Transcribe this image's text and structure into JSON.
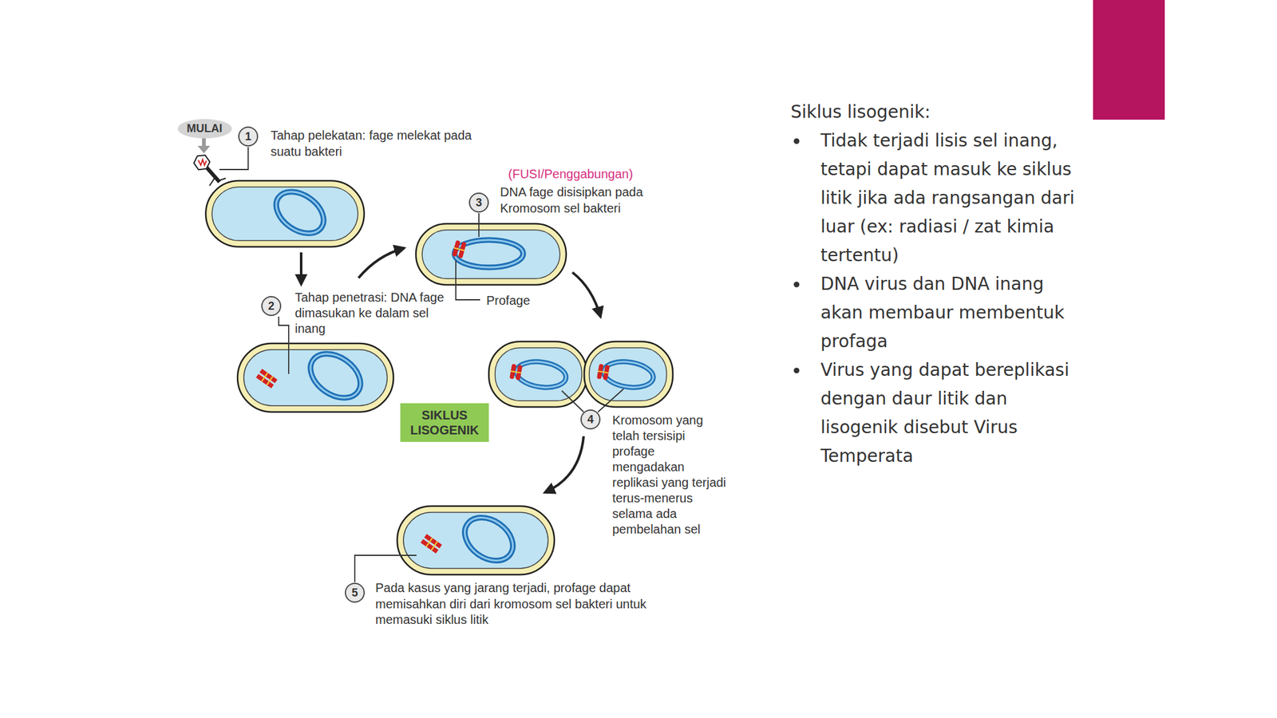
{
  "diagram": {
    "nodes": [
      {
        "text": [
          "MULAI"
        ]
      },
      {
        "text": [
          "1"
        ]
      },
      {
        "text": [
          "3"
        ]
      },
      {
        "text": [
          "2"
        ]
      },
      {
        "text": [
          "SIKLUS LISOGENIK"
        ]
      },
      {
        "text": [
          "4"
        ]
      },
      {
        "text": [
          "5"
        ]
      }
    ],
    "labels": [
      "Tahap pelekatan: fage melekat pada suatu bakteri",
      "(FUSI/Penggabungan)",
      "DNA fage disisipkan pada Kromosom sel bakteri",
      "Profage",
      "Tahap penetrasi: DNA fage dimasukan ke dalam sel inang",
      "Kromosom yang telah tersisipi profage mengadakan replikasi yang terjadi terus-menerus selama ada pembelahan sel",
      "Pada kasus yang jarang terjadi, profage dapat memisahkan diri dari kromosom sel bakteri untuk memasuki siklus litik",
      "Siklus lisogenik:",
      "Tidak terjadi lisis sel inang, tetapi dapat masuk ke siklus litik jika ada rangsangan dari luar (ex: radiasi / zat kimia tertentu)",
      "DNA virus dan DNA inang akan membaur membentuk profaga",
      "Virus yang dapat bereplikasi dengan daur litik dan lisogenik disebut Virus Temperata"
    ]
  }
}
